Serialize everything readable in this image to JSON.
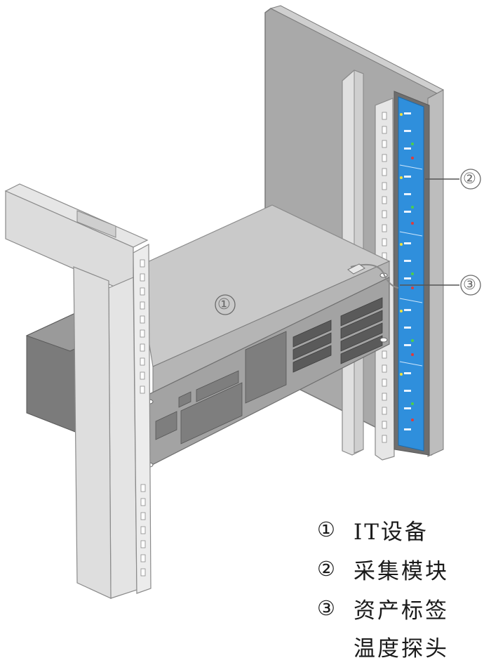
{
  "callouts": {
    "device": "①",
    "module": "②",
    "tag": "③"
  },
  "legend": [
    {
      "num": "①",
      "text": "IT设备"
    },
    {
      "num": "②",
      "text": "采集模块"
    },
    {
      "num": "③",
      "text": "资产标签"
    }
  ],
  "legend_cont": "温度探头",
  "colors": {
    "pdu_blue": "#2f8fdc",
    "rack_gray": "#d8d8d8",
    "panel_dark": "#8c8c8c"
  }
}
